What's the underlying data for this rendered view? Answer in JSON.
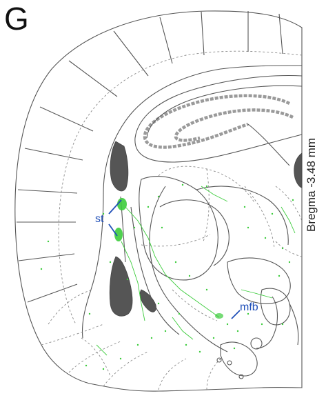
{
  "panel_label": "G",
  "bregma_label": "Bregma -3.48 mm",
  "labels": {
    "st": "st",
    "mfb": "mfb"
  },
  "colors": {
    "outline": "#555555",
    "dashed": "#8a8a8a",
    "ventricle_fill": "#555555",
    "label_fill": "#ffffff",
    "hippocampus_band": "#9a9a9a",
    "fiber_green": "#3ccc3c",
    "annotation_blue": "#1f4fb8"
  }
}
